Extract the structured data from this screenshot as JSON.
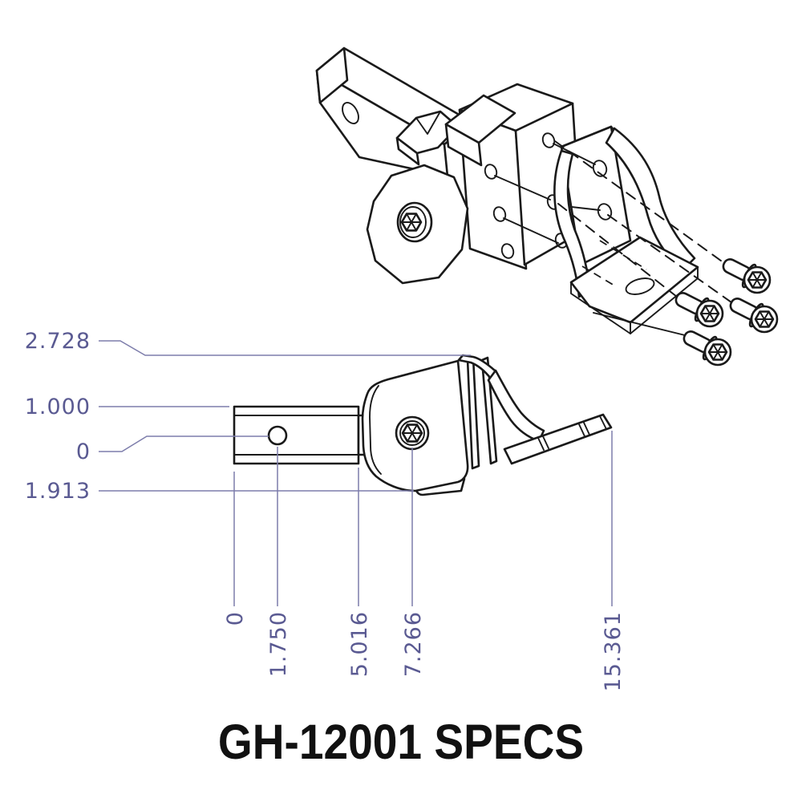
{
  "title": "GH-12001 SPECS",
  "colors": {
    "outline": "#1a1a1a",
    "dimension_text": "#5a5a92",
    "dimension_line": "#7d7dab",
    "background": "#ffffff",
    "title": "#111111"
  },
  "dimensions": {
    "vertical": [
      "2.728",
      "1.000",
      "0",
      "1.913"
    ],
    "horizontal": [
      "0",
      "1.750",
      "5.016",
      "7.266",
      "15.361"
    ]
  }
}
